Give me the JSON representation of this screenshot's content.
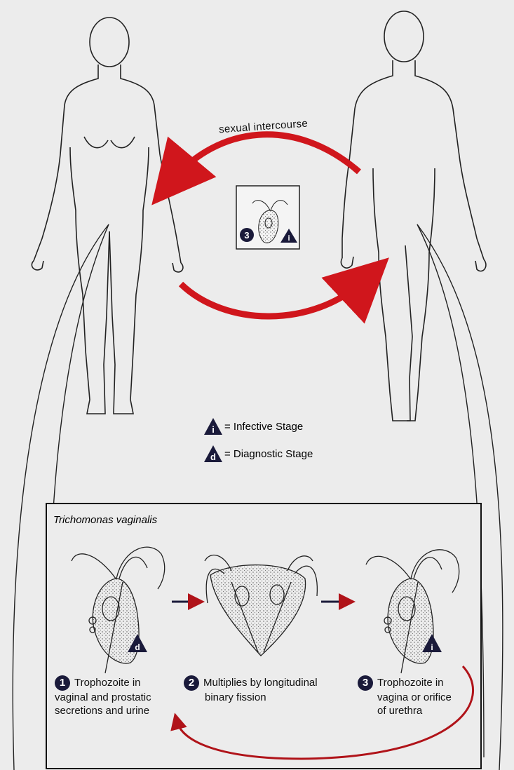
{
  "transmission_label": "sexual intercourse",
  "legend": [
    {
      "symbol": "i",
      "text": "= Infective Stage"
    },
    {
      "symbol": "d",
      "text": "= Diagnostic Stage"
    }
  ],
  "organism_name": "Trichomonas vaginalis",
  "central_box": {
    "number": "3",
    "symbol": "i"
  },
  "stages": [
    {
      "number": "1",
      "lines": [
        "Trophozoite in",
        "vaginal and prostatic",
        "secretions and urine"
      ],
      "symbol": "d"
    },
    {
      "number": "2",
      "lines": [
        "Multiplies by longitudinal",
        "binary fission"
      ]
    },
    {
      "number": "3",
      "lines": [
        "Trophozoite in",
        "vagina or orifice",
        "of urethra"
      ],
      "symbol": "i"
    }
  ],
  "colors": {
    "arrow_red": "#d0161c",
    "navy": "#1a1a3a",
    "background": "#ececec"
  }
}
